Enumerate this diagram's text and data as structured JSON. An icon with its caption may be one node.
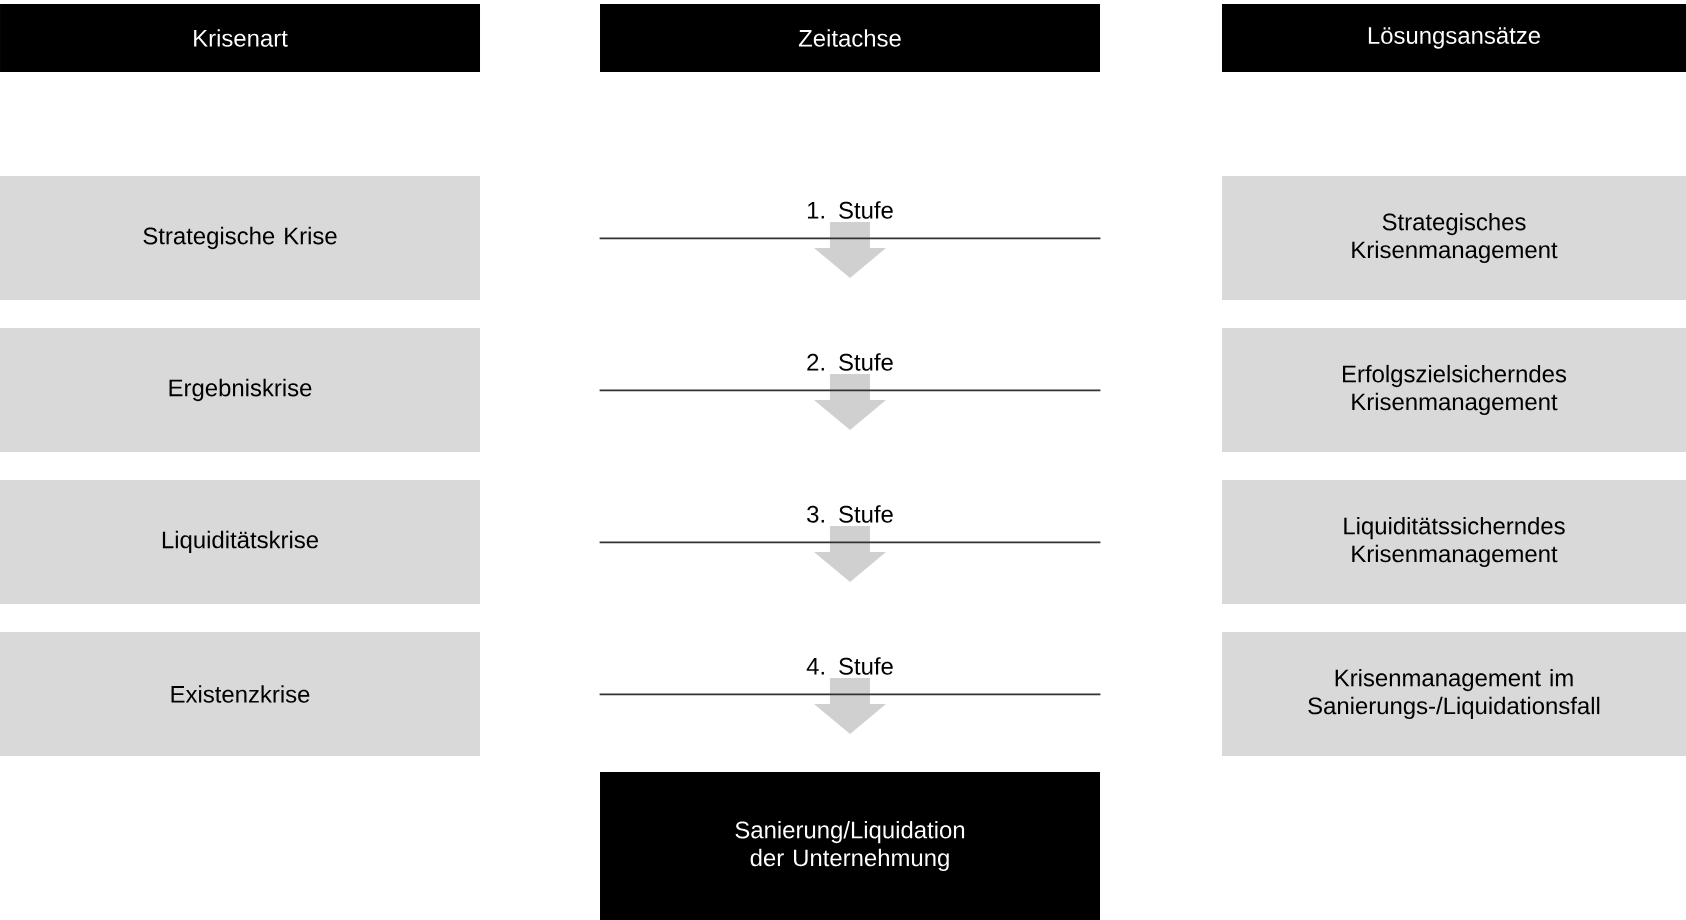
{
  "diagram": {
    "nodes": [
      {
        "text": [
          "Krisenart"
        ]
      },
      {
        "text": [
          "Zeitachse"
        ]
      },
      {
        "text": [
          "Lösungsansätze"
        ]
      },
      {
        "text": [
          "Strategische Krise"
        ]
      },
      {
        "text": [
          "1. Stufe"
        ]
      },
      {
        "text": [
          "Strategisches Krisenmanagement"
        ]
      },
      {
        "text": [
          "Ergebniskrise"
        ]
      },
      {
        "text": [
          "2. Stufe"
        ]
      },
      {
        "text": [
          "Erfolgszielsicherndes Krisenmanagement"
        ]
      },
      {
        "text": [
          "Liquiditätskrise"
        ]
      },
      {
        "text": [
          "3. Stufe"
        ]
      },
      {
        "text": [
          "Liquiditätssicherndes Krisenmanagement"
        ]
      },
      {
        "text": [
          "Existenzkrise"
        ]
      },
      {
        "text": [
          "4. Stufe"
        ]
      },
      {
        "text": [
          "Krisenmanagement im Sanierungs-/Liquidationsfall"
        ]
      },
      {
        "text": [
          "Sanierung/Liquidation der Unternehmung"
        ]
      }
    ]
  }
}
